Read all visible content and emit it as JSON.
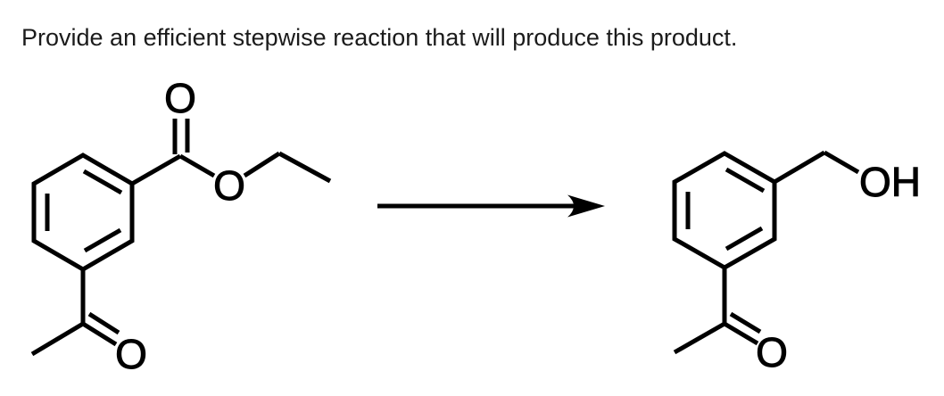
{
  "question": "Provide an efficient stepwise reaction that will produce this product.",
  "scheme": {
    "reactant": {
      "ester_carbonyl_oxygen": "O",
      "ester_oxygen": "O",
      "ketone_oxygen": "O"
    },
    "product": {
      "hydroxyl_label": "OH",
      "ketone_oxygen": "O"
    }
  },
  "colors": {
    "background": "#ffffff",
    "structure": "#000000",
    "question_text": "#1b1b1b"
  }
}
